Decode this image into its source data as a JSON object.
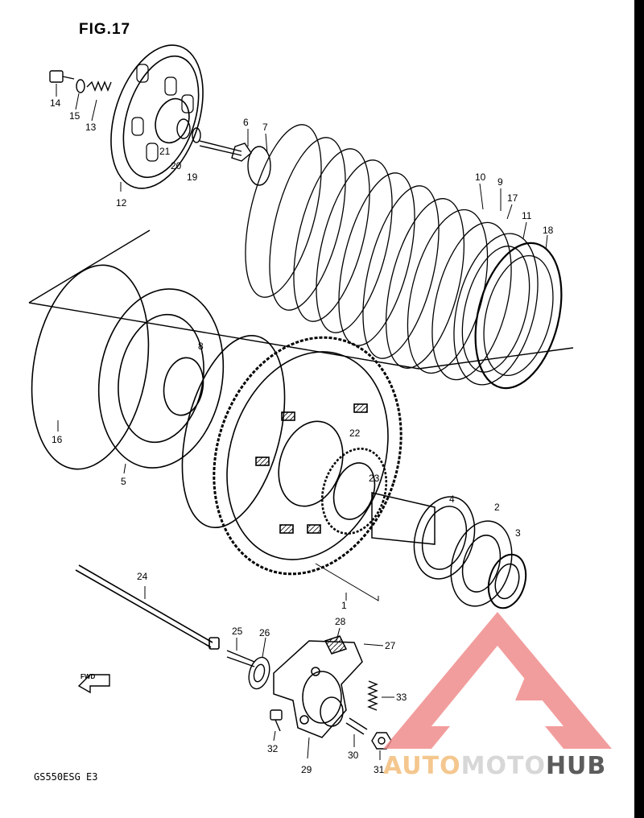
{
  "figure": {
    "title": "FIG.17",
    "model_code": "GS550ESG  E3",
    "fwd_label": "FWD"
  },
  "watermark": {
    "part1": "AUTO",
    "part2": "MOTO",
    "part3": "HUB",
    "colors": {
      "part1": "#f4c78f",
      "part2": "#d7d7d7",
      "part3": "#5c5c5c",
      "logo": "#f08c8c"
    }
  },
  "callouts": [
    "1",
    "2",
    "3",
    "4",
    "5",
    "6",
    "7",
    "8",
    "9",
    "10",
    "11",
    "12",
    "13",
    "14",
    "15",
    "16",
    "17",
    "18",
    "19",
    "20",
    "21",
    "22",
    "23",
    "24",
    "25",
    "26",
    "27",
    "28",
    "29",
    "30",
    "31",
    "32",
    "33"
  ]
}
